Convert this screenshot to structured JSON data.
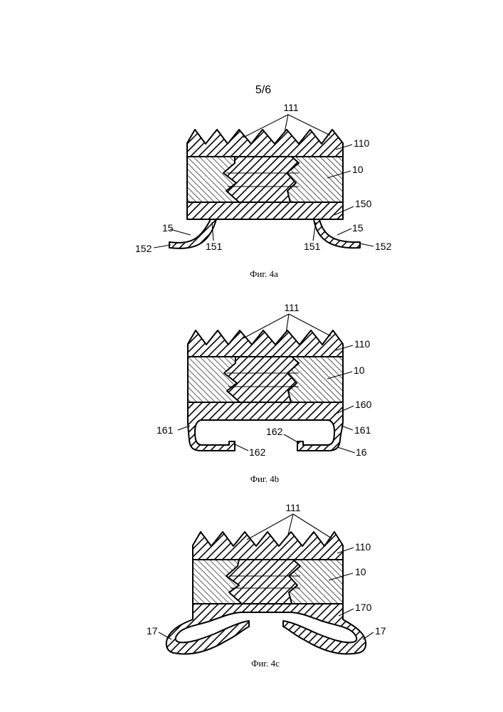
{
  "page_number": "5/6",
  "figures": [
    {
      "caption": "Фиг. 4a",
      "labels": {
        "profiles": "111",
        "teeth_layer": "110",
        "core": "10",
        "base": "150",
        "wing_left": "15",
        "wing_right": "15",
        "tip_left": "152",
        "tip_right": "152",
        "root_left": "151",
        "root_right": "151"
      }
    },
    {
      "caption": "Фиг. 4b",
      "labels": {
        "profiles": "111",
        "teeth_layer": "110",
        "core": "10",
        "base": "160",
        "side_left": "161",
        "side_right": "161",
        "lip_left": "162",
        "lip_right": "162",
        "clip": "16"
      }
    },
    {
      "caption": "Фиг. 4c",
      "labels": {
        "profiles": "111",
        "teeth_layer": "110",
        "core": "10",
        "base": "170",
        "wing_left": "17",
        "wing_right": "17"
      }
    }
  ],
  "colors": {
    "ink": "#000000",
    "paper": "#ffffff"
  }
}
